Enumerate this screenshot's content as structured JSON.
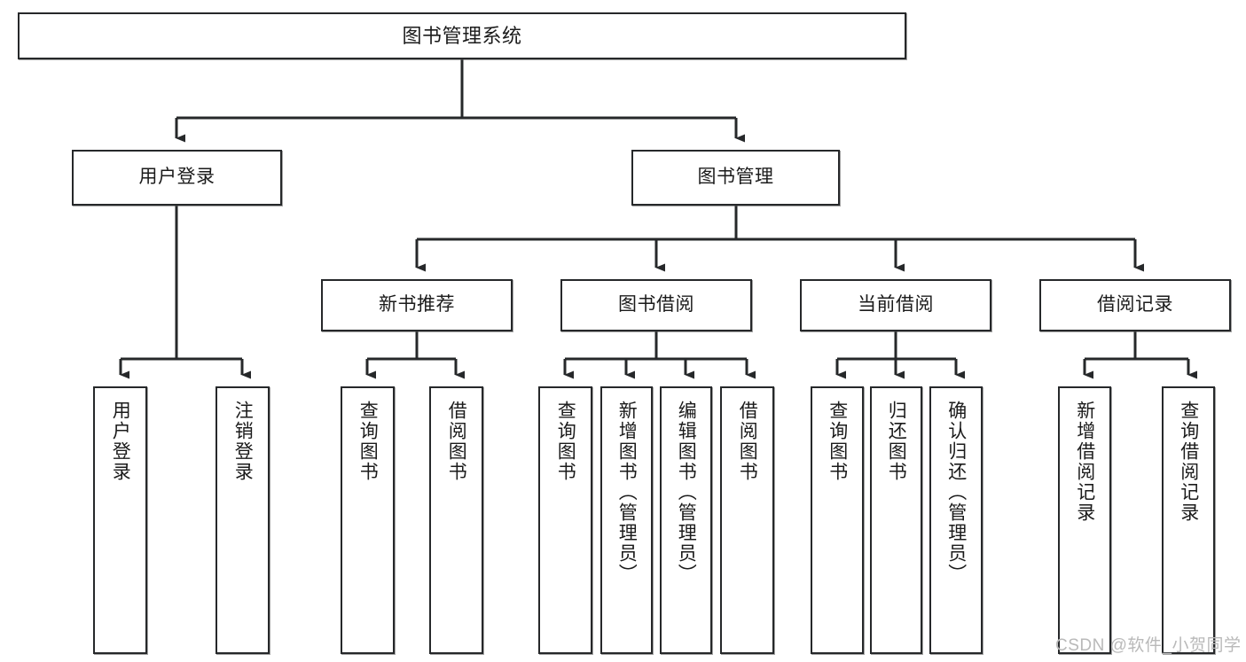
{
  "diagram": {
    "title": "图书管理系统",
    "type": "tree-hierarchy-diagram",
    "watermark": "CSDN @软件_小贺同学",
    "colors": {
      "box_border": "#26282a",
      "box_fill": "#ffffff",
      "edge": "#26282a",
      "text": "#1b1b1b",
      "watermark": "#b9b9b9"
    },
    "nodes": {
      "root": {
        "label": "图书管理系统"
      },
      "level2": [
        {
          "id": "user-login",
          "label": "用户登录"
        },
        {
          "id": "book-manage",
          "label": "图书管理"
        }
      ],
      "level3": [
        {
          "id": "new-book-recommend",
          "label": "新书推荐"
        },
        {
          "id": "book-borrow",
          "label": "图书借阅"
        },
        {
          "id": "current-borrow",
          "label": "当前借阅"
        },
        {
          "id": "borrow-record",
          "label": "借阅记录"
        }
      ],
      "leaves": {
        "user-login": [
          {
            "id": "leaf-user-login",
            "label": "用户登录"
          },
          {
            "id": "leaf-logout-login",
            "label": "注销登录"
          }
        ],
        "new-book-recommend": [
          {
            "id": "leaf-query-book-1",
            "label": "查询图书"
          },
          {
            "id": "leaf-borrow-book-1",
            "label": "借阅图书"
          }
        ],
        "book-borrow": [
          {
            "id": "leaf-query-book-2",
            "label": "查询图书"
          },
          {
            "id": "leaf-add-book",
            "label": "新增图书（管理员）"
          },
          {
            "id": "leaf-edit-book",
            "label": "编辑图书（管理员）"
          },
          {
            "id": "leaf-borrow-book-2",
            "label": "借阅图书"
          }
        ],
        "current-borrow": [
          {
            "id": "leaf-query-book-3",
            "label": "查询图书"
          },
          {
            "id": "leaf-return-book",
            "label": "归还图书"
          },
          {
            "id": "leaf-confirm-return",
            "label": "确认归还（管理员）"
          }
        ],
        "borrow-record": [
          {
            "id": "leaf-add-record",
            "label": "新增借阅记录"
          },
          {
            "id": "leaf-query-record",
            "label": "查询借阅记录"
          }
        ]
      }
    }
  }
}
